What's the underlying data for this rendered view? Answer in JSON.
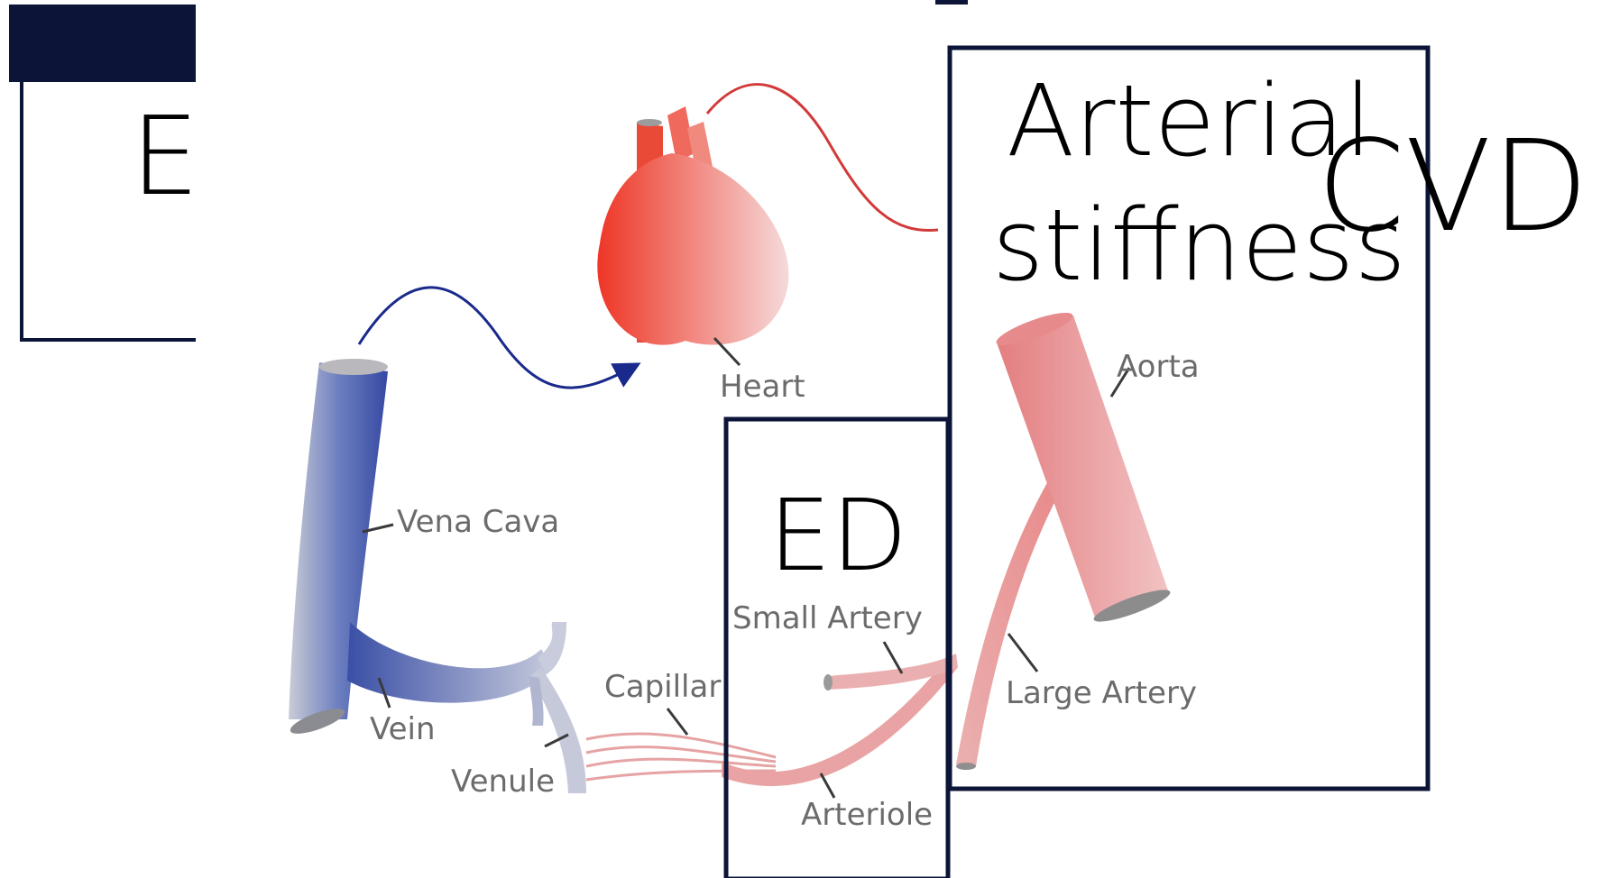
{
  "colors": {
    "navy": "#0c1537",
    "vein_blue": "#3a52a8",
    "artery_red": "#e07a7a",
    "heart_red": "#ee3a2a",
    "label_gray": "#6b6b6b"
  },
  "left_panel": {
    "letter": "E"
  },
  "diagram": {
    "labels": {
      "heart": "Heart",
      "aorta": "Aorta",
      "vena_cava": "Vena Cava",
      "small_artery": "Small Artery",
      "large_artery": "Large Artery",
      "capillary": "Capillar",
      "vein": "Vein",
      "venule": "Venule",
      "arteriole": "Arteriole"
    }
  },
  "overlay": {
    "ed_box_label": "ED",
    "arterial_line1": "Arterial",
    "arterial_line2": "stiffness",
    "cvd": "CVD"
  }
}
